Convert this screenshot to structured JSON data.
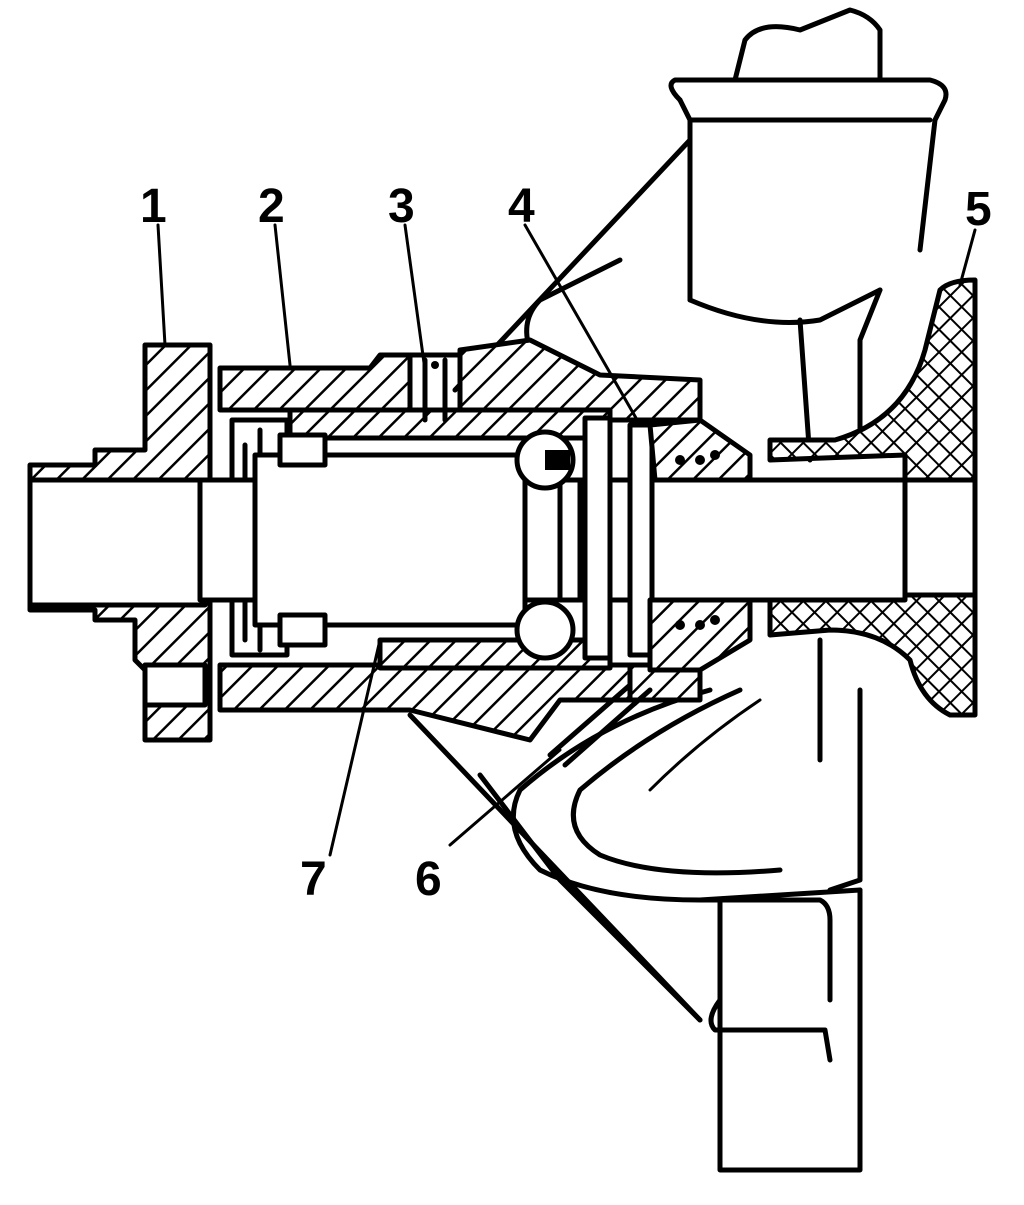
{
  "callouts": [
    {
      "id": "c1",
      "text": "1"
    },
    {
      "id": "c2",
      "text": "2"
    },
    {
      "id": "c3",
      "text": "3"
    },
    {
      "id": "c4",
      "text": "4"
    },
    {
      "id": "c5",
      "text": "5"
    },
    {
      "id": "c6",
      "text": "6"
    },
    {
      "id": "c7",
      "text": "7"
    }
  ],
  "colors": {
    "ink": "#000000",
    "paper": "#ffffff"
  }
}
